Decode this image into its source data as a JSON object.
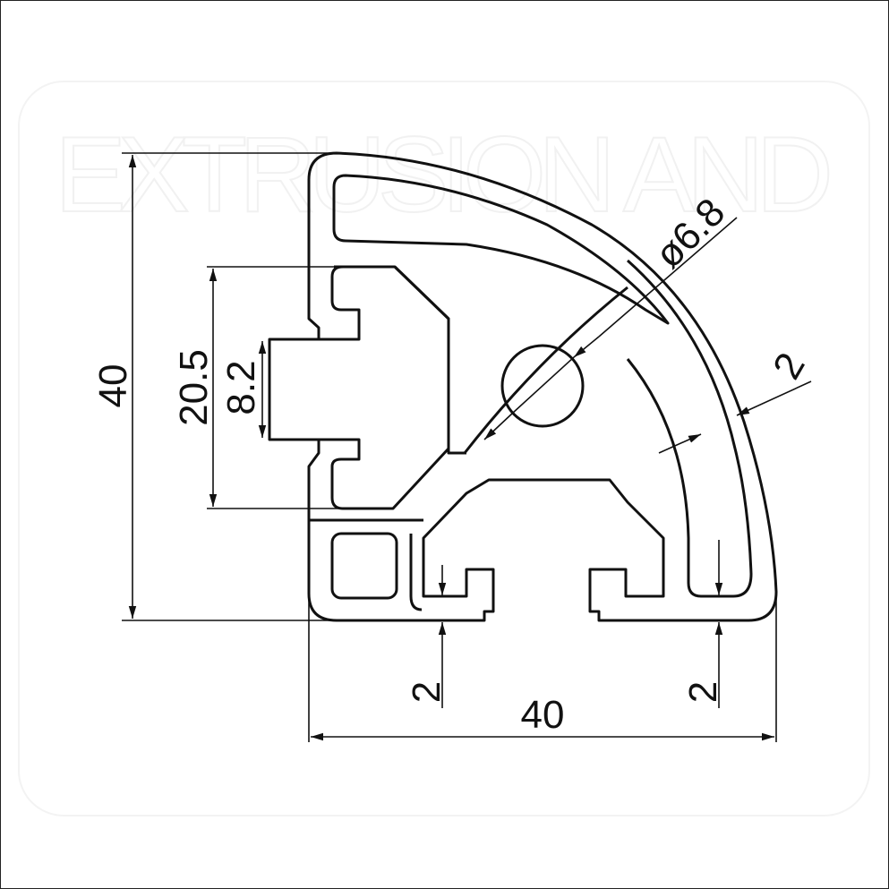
{
  "watermark": "EXTRUSION AND",
  "dimensions": {
    "height_total": "40",
    "width_total": "40",
    "slot_outer": "20.5",
    "slot_opening": "8.2",
    "hole_diameter": "ø6.8",
    "wall_right": "2",
    "wall_bottom_left": "2",
    "wall_bottom_right": "2"
  }
}
